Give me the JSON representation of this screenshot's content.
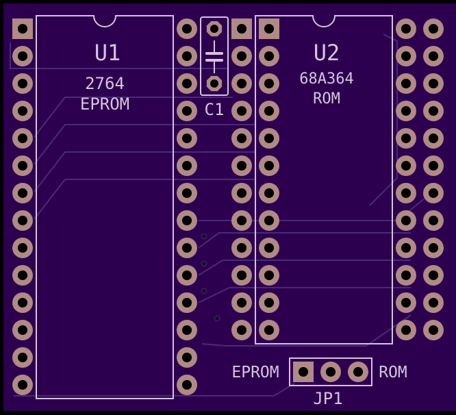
{
  "colors": {
    "board": "#2d004f",
    "edge": "#000000",
    "pad": "#b08a85",
    "drill": "#000000",
    "silkscreen": "#d6c4dc",
    "trace": "#4a2a78"
  },
  "components": {
    "u1": {
      "ref": "U1",
      "value": "2764",
      "type": "EPROM"
    },
    "u2": {
      "ref": "U2",
      "value": "68A364",
      "type": "ROM"
    },
    "c1": {
      "ref": "C1"
    },
    "jp1": {
      "ref": "JP1",
      "left_label": "EPROM",
      "right_label": "ROM"
    }
  }
}
